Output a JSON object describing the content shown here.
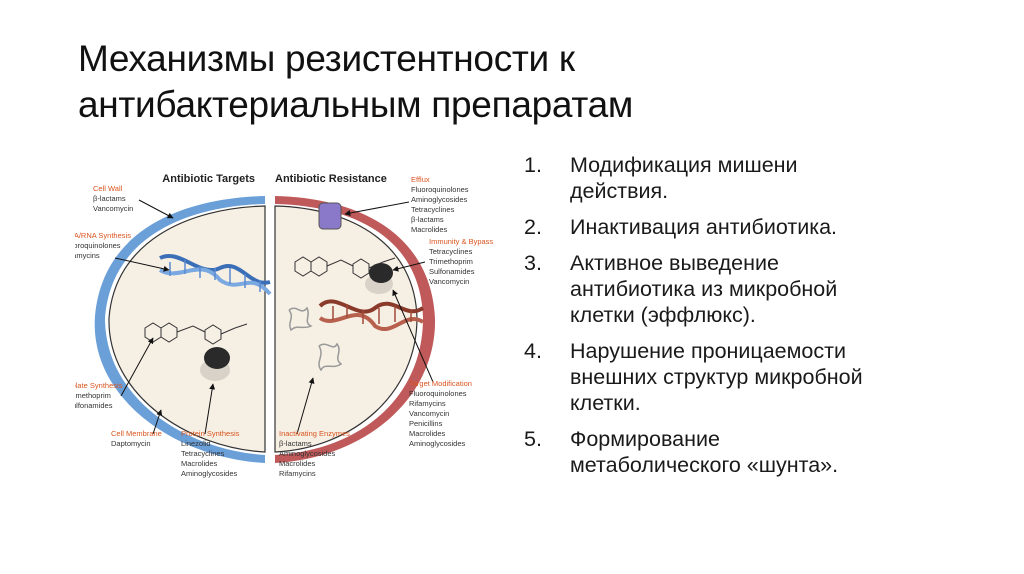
{
  "slide": {
    "title_lines": [
      "Механизмы резистентности к",
      "антибактериальным препаратам"
    ],
    "list": [
      {
        "num": "1.",
        "lines": [
          "Модификация мишени",
          "действия."
        ]
      },
      {
        "num": "2.",
        "lines": [
          "Инактивация антибиотика."
        ]
      },
      {
        "num": "3.",
        "lines": [
          "Активное выведение",
          "антибиотика из микробной",
          "клетки (эффлюкс)."
        ]
      },
      {
        "num": "4.",
        "lines": [
          "Нарушение проницаемости",
          "внешних структур микробной",
          "клетки."
        ]
      },
      {
        "num": "5.",
        "lines": [
          "Формирование",
          "метаболического «шунта»."
        ]
      }
    ]
  },
  "figure": {
    "left_header": "Antibiotic Targets",
    "right_header": "Antibiotic Resistance",
    "colors": {
      "left_membrane": "#6a9fd8",
      "right_membrane": "#c05a5a",
      "label_orange": "#d9541e",
      "cytoplasm": "#f6efe4"
    },
    "left_labels": {
      "cell_wall": {
        "title": "Cell Wall",
        "items": [
          "β-lactams",
          "Vancomycin"
        ]
      },
      "dna_rna": {
        "title": "DNA/RNA Synthesis",
        "items": [
          "Fluoroquinolones",
          "Rifamycins"
        ]
      },
      "folate": {
        "title": "Folate Synthesis",
        "items": [
          "Trimethoprim",
          "Sulfonamides"
        ]
      },
      "cell_membrane": {
        "title": "Cell Membrane",
        "items": [
          "Daptomycin"
        ]
      },
      "protein": {
        "title": "Protein Synthesis",
        "items": [
          "Linezolid",
          "Tetracyclines",
          "Macrolides",
          "Aminoglycosides"
        ]
      }
    },
    "right_labels": {
      "efflux": {
        "title": "Efflux",
        "items": [
          "Fluoroquinolones",
          "Aminoglycosides",
          "Tetracyclines",
          "β-lactams",
          "Macrolides"
        ]
      },
      "immunity": {
        "title": "Immunity & Bypass",
        "items": [
          "Tetracyclines",
          "Trimethoprim",
          "Sulfonamides",
          "Vancomycin"
        ]
      },
      "target_mod": {
        "title": "Target Modification",
        "items": [
          "Fluoroquinolones",
          "Rifamycins",
          "Vancomycin",
          "Penicillins",
          "Macrolides",
          "Aminoglycosides"
        ]
      },
      "inactivating": {
        "title": "Inactivating Enzymes",
        "items": [
          "β-lactams",
          "Aminoglycosides",
          "Macrolides",
          "Rifamycins"
        ]
      }
    }
  }
}
